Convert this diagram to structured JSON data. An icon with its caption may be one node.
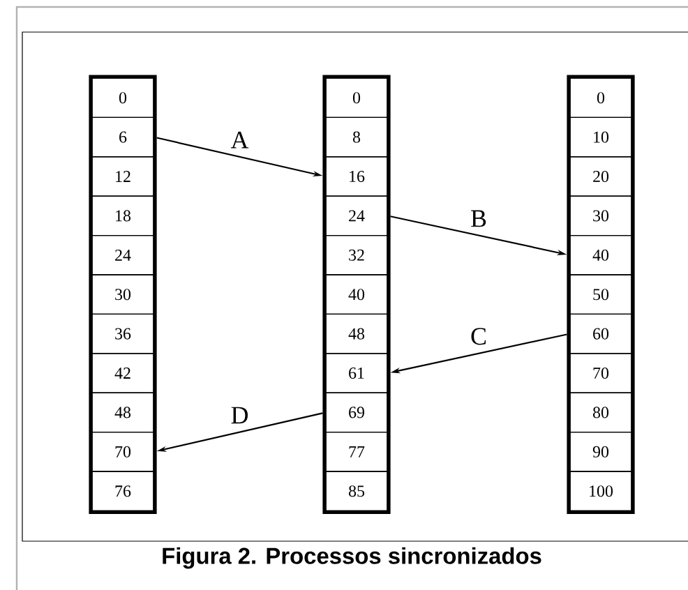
{
  "diagram": {
    "caption": "Figura 2. Processos sincronizados",
    "nodes": [
      {
        "text": [],
        "shape": "box"
      },
      {
        "text": [
          "0"
        ],
        "in": 0
      },
      {
        "text": [
          "6"
        ],
        "in": 0
      },
      {
        "text": [
          "12"
        ],
        "in": 0
      },
      {
        "text": [
          "18"
        ],
        "in": 0
      },
      {
        "text": [
          "24"
        ],
        "in": 0
      },
      {
        "text": [
          "30"
        ],
        "in": 0
      },
      {
        "text": [
          "36"
        ],
        "in": 0
      },
      {
        "text": [
          "42"
        ],
        "in": 0
      },
      {
        "text": [
          "48"
        ],
        "in": 0
      },
      {
        "text": [
          "70"
        ],
        "in": 0
      },
      {
        "text": [
          "76"
        ],
        "in": 0
      },
      {
        "text": [],
        "shape": "box"
      },
      {
        "text": [
          "0"
        ],
        "in": 12
      },
      {
        "text": [
          "8"
        ],
        "in": 12
      },
      {
        "text": [
          "16"
        ],
        "in": 12
      },
      {
        "text": [
          "24"
        ],
        "in": 12
      },
      {
        "text": [
          "32"
        ],
        "in": 12
      },
      {
        "text": [
          "40"
        ],
        "in": 12
      },
      {
        "text": [
          "48"
        ],
        "in": 12
      },
      {
        "text": [
          "61"
        ],
        "in": 12
      },
      {
        "text": [
          "69"
        ],
        "in": 12
      },
      {
        "text": [
          "77"
        ],
        "in": 12
      },
      {
        "text": [
          "85"
        ],
        "in": 12
      },
      {
        "text": [],
        "shape": "box"
      },
      {
        "text": [
          "0"
        ],
        "in": 24
      },
      {
        "text": [
          "10"
        ],
        "in": 24
      },
      {
        "text": [
          "20"
        ],
        "in": 24
      },
      {
        "text": [
          "30"
        ],
        "in": 24
      },
      {
        "text": [
          "40"
        ],
        "in": 24
      },
      {
        "text": [
          "50"
        ],
        "in": 24
      },
      {
        "text": [
          "60"
        ],
        "in": 24
      },
      {
        "text": [
          "70"
        ],
        "in": 24
      },
      {
        "text": [
          "80"
        ],
        "in": 24
      },
      {
        "text": [
          "90"
        ],
        "in": 24
      },
      {
        "text": [
          "100"
        ],
        "in": 24
      }
    ],
    "edges": [
      {
        "from": 2,
        "to": 15,
        "arrow": "to",
        "label": "A"
      },
      {
        "from": 16,
        "to": 29,
        "arrow": "to",
        "label": "B"
      },
      {
        "from": 31,
        "to": 20,
        "arrow": "to",
        "label": "C"
      },
      {
        "from": 21,
        "to": 10,
        "arrow": "to",
        "label": "D"
      }
    ]
  }
}
